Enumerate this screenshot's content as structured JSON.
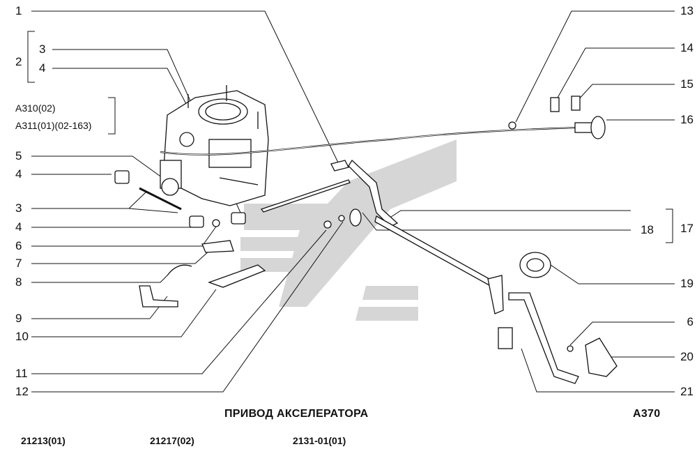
{
  "title": "ПРИВОД АКСЕЛЕРАТОРА",
  "figure_code": "A370",
  "models": [
    "21213(01)",
    "21217(02)",
    "2131-01(01)"
  ],
  "left_callouts": [
    "1",
    "2",
    "3",
    "4",
    "5",
    "4",
    "3",
    "4",
    "6",
    "7",
    "8",
    "9",
    "10",
    "11",
    "12"
  ],
  "right_callouts": [
    "13",
    "14",
    "15",
    "16",
    "17",
    "18",
    "19",
    "6",
    "20",
    "21"
  ],
  "carb_refs": [
    "A310(02)",
    "A311(01)(02-163)"
  ],
  "colors": {
    "line": "#111111",
    "watermark": "#c8c8c8"
  }
}
